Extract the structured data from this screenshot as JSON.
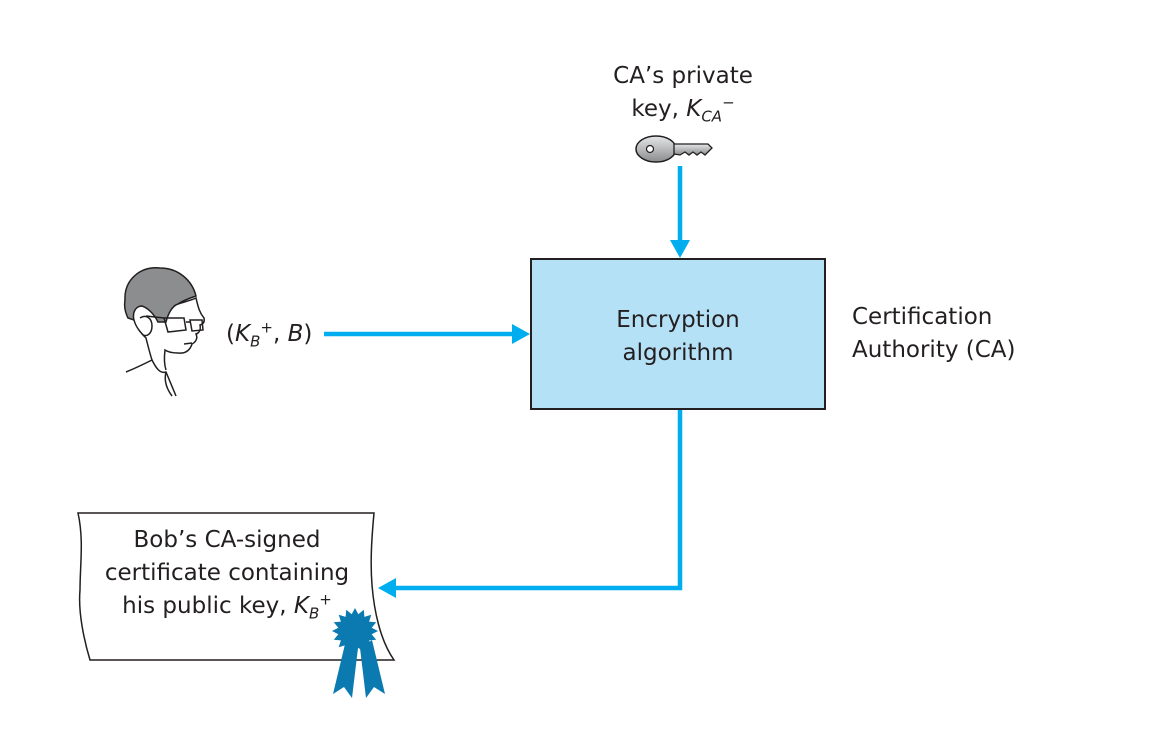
{
  "ca_key": {
    "line1": "CA’s private",
    "line2_prefix": "key, ",
    "symbol": "K",
    "subscript": "CA",
    "superscript": "−"
  },
  "bob_input": {
    "open": "(",
    "symbol": "K",
    "subscript": "B",
    "superscript": "+",
    "rest": ", ",
    "name": "B",
    "close": ")"
  },
  "encryption_box": {
    "line1": "Encryption",
    "line2": "algorithm",
    "fill_color": "#b5e1f7"
  },
  "ca_label": {
    "line1": "Certification",
    "line2": "Authority (CA)"
  },
  "certificate": {
    "line1": "Bob’s CA-signed",
    "line2": "certificate containing",
    "line3_prefix": "his public key, ",
    "symbol": "K",
    "subscript": "B",
    "superscript": "+"
  },
  "colors": {
    "arrow": "#00aeef",
    "seal": "#0b7ab0",
    "outline": "#231f20"
  },
  "icons": [
    "key-icon",
    "person-icon",
    "seal-ribbon-icon"
  ]
}
